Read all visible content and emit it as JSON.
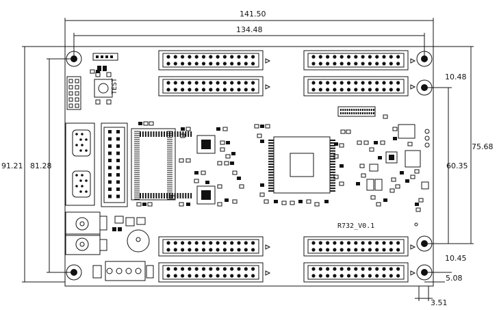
{
  "dimensions": {
    "overall_width": "141.50",
    "hole_spacing_width": "134.48",
    "overall_height": "91.21",
    "hole_spacing_height": "81.28",
    "right_span_1": "75.68",
    "right_span_2": "60.35",
    "top_hole_offset": "10.48",
    "bottom_hole_offset": "10.45",
    "hole_edge_offset": "5.08",
    "hole_diameter": "3.51"
  },
  "labels": {
    "test_button": "TEST",
    "board_name": "R732_V0.1"
  },
  "colors": {
    "ink": "#111111",
    "background": "#ffffff"
  }
}
